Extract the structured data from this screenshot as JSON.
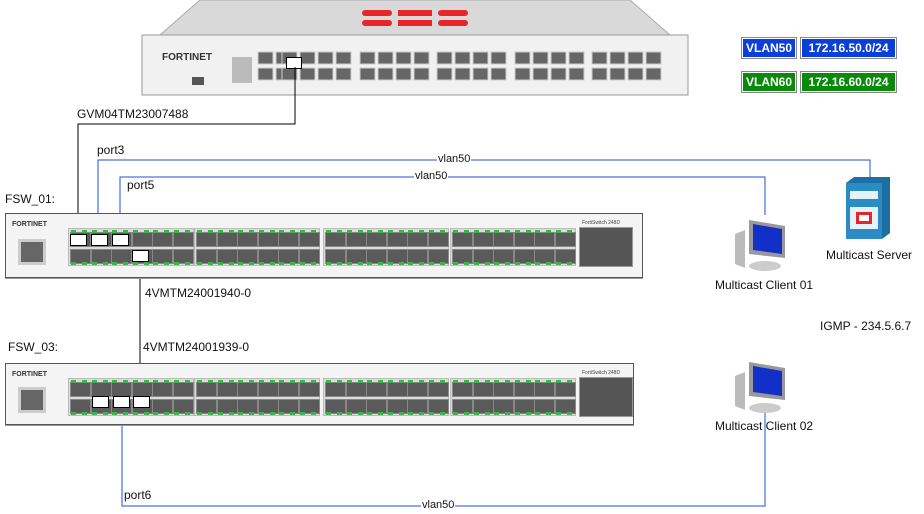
{
  "fortigate": {
    "logo": "FORTINET",
    "serial": "GVM04TM23007488"
  },
  "legend": [
    {
      "vlan": "VLAN50",
      "subnet": "172.16.50.0/24",
      "color": "#0b3fd9"
    },
    {
      "vlan": "VLAN60",
      "subnet": "172.16.60.0/24",
      "color": "#0a8a0a"
    }
  ],
  "switches": [
    {
      "name": "FSW_01:",
      "model": "FortiSwitch 248D",
      "uplink_serial": "4VMTM24001940-0"
    },
    {
      "name": "FSW_03:",
      "model": "FortiSwitch 248D",
      "uplink_serial": "4VMTM24001939-0"
    }
  ],
  "links": {
    "port3": "port3",
    "port5": "port5",
    "port6": "port6",
    "vlan": "vlan50"
  },
  "devices": {
    "server": "Multicast Server",
    "client1": "Multicast Client 01",
    "client2": "Multicast Client 02"
  },
  "igmp": "IGMP - 234.5.6.7",
  "colors": {
    "link": "#1f4fd8"
  }
}
